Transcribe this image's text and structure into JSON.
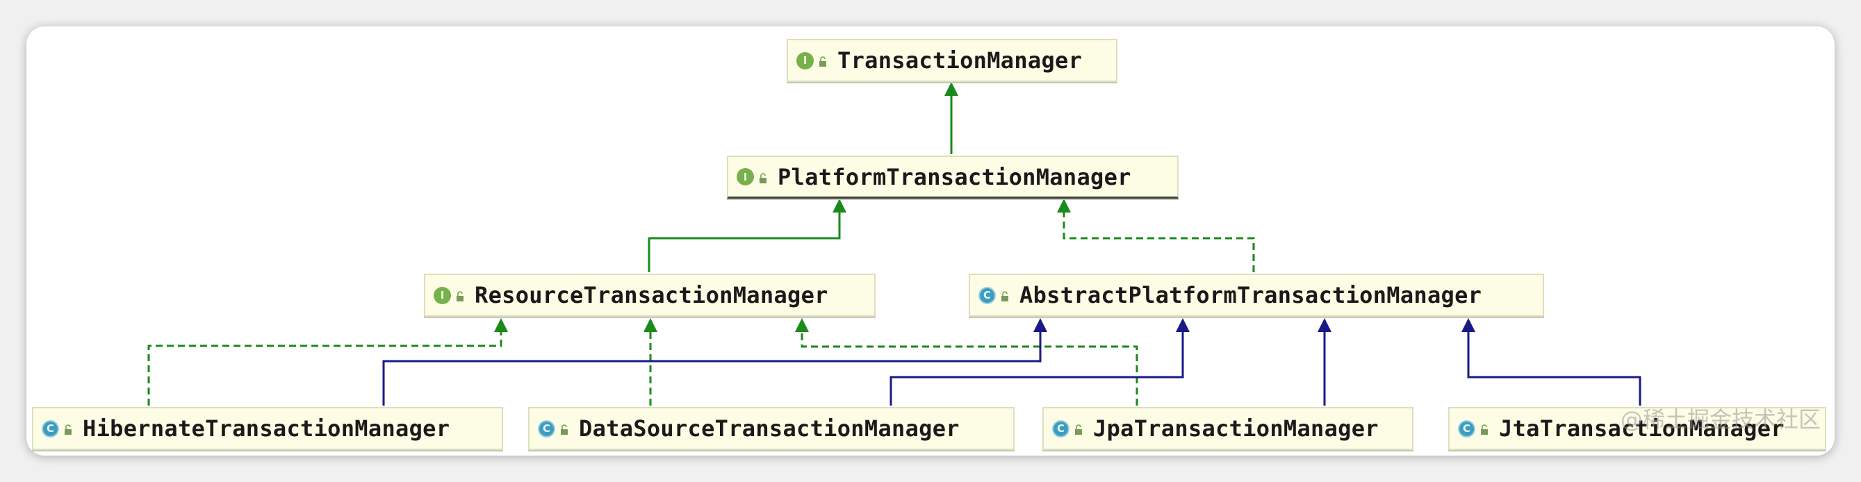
{
  "diagram": {
    "colors": {
      "implements_edge": "#1a8a1a",
      "extends_edge": "#1a1a86",
      "node_fill": "#fdfde5",
      "interface_badge": "#78b04b",
      "class_badge": "#3c9dbd"
    },
    "nodes": {
      "transaction_manager": {
        "label": "TransactionManager",
        "kind": "interface",
        "badge": "I"
      },
      "platform_transaction_manager": {
        "label": "PlatformTransactionManager",
        "kind": "interface",
        "badge": "I"
      },
      "resource_transaction_manager": {
        "label": "ResourceTransactionManager",
        "kind": "interface",
        "badge": "I"
      },
      "abstract_platform_transaction_manager": {
        "label": "AbstractPlatformTransactionManager",
        "kind": "abstract-class",
        "badge": "C"
      },
      "hibernate_transaction_manager": {
        "label": "HibernateTransactionManager",
        "kind": "class",
        "badge": "C"
      },
      "datasource_transaction_manager": {
        "label": "DataSourceTransactionManager",
        "kind": "class",
        "badge": "C"
      },
      "jpa_transaction_manager": {
        "label": "JpaTransactionManager",
        "kind": "class",
        "badge": "C"
      },
      "jta_transaction_manager": {
        "label": "JtaTransactionManager",
        "kind": "class",
        "badge": "C"
      }
    },
    "edges": [
      {
        "from": "platform_transaction_manager",
        "to": "transaction_manager",
        "type": "extends-interface"
      },
      {
        "from": "resource_transaction_manager",
        "to": "platform_transaction_manager",
        "type": "extends-interface"
      },
      {
        "from": "abstract_platform_transaction_manager",
        "to": "platform_transaction_manager",
        "type": "implements"
      },
      {
        "from": "hibernate_transaction_manager",
        "to": "resource_transaction_manager",
        "type": "implements"
      },
      {
        "from": "datasource_transaction_manager",
        "to": "resource_transaction_manager",
        "type": "implements"
      },
      {
        "from": "jpa_transaction_manager",
        "to": "resource_transaction_manager",
        "type": "implements"
      },
      {
        "from": "hibernate_transaction_manager",
        "to": "abstract_platform_transaction_manager",
        "type": "extends"
      },
      {
        "from": "datasource_transaction_manager",
        "to": "abstract_platform_transaction_manager",
        "type": "extends"
      },
      {
        "from": "jpa_transaction_manager",
        "to": "abstract_platform_transaction_manager",
        "type": "extends"
      },
      {
        "from": "jta_transaction_manager",
        "to": "abstract_platform_transaction_manager",
        "type": "extends"
      }
    ]
  },
  "watermark": {
    "text": "@稀土掘金技术社区"
  }
}
